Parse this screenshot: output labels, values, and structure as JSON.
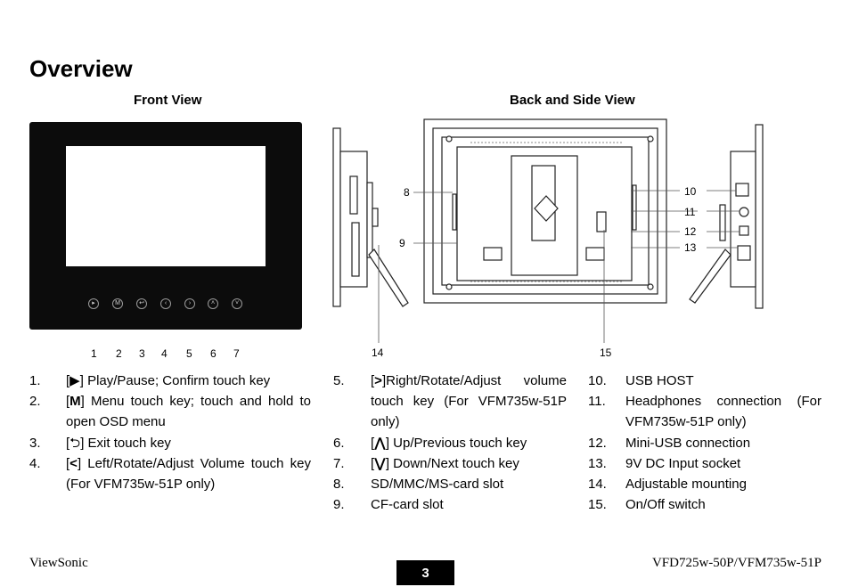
{
  "title": "Overview",
  "front_view": {
    "label": "Front View",
    "key_numbers": [
      "1",
      "2",
      "3",
      "4",
      "5",
      "6",
      "7"
    ]
  },
  "back_view": {
    "label": "Back and Side View",
    "callouts": [
      "8",
      "9",
      "10",
      "11",
      "12",
      "13",
      "14",
      "15"
    ]
  },
  "items": [
    {
      "n": "1.",
      "glyph": "▶",
      "text": "Play/Pause; Confirm touch key"
    },
    {
      "n": "2.",
      "glyph": "M",
      "text": "Menu touch key; touch and hold to open OSD menu"
    },
    {
      "n": "3.",
      "glyph": "⮌",
      "text": "Exit touch key"
    },
    {
      "n": "4.",
      "glyph": "<",
      "text": "Left/Rotate/Adjust Volume touch key (For VFM735w-51P only)"
    },
    {
      "n": "5.",
      "glyph": ">",
      "text": "Right/Rotate/Adjust volume touch key (For VFM735w-51P only)"
    },
    {
      "n": "6.",
      "glyph": "⋀",
      "text": "Up/Previous touch key"
    },
    {
      "n": "7.",
      "glyph": "⋁",
      "text": "Down/Next touch key"
    },
    {
      "n": "8.",
      "text": "SD/MMC/MS-card slot"
    },
    {
      "n": "9.",
      "text": "CF-card slot"
    },
    {
      "n": "10.",
      "text": "USB HOST"
    },
    {
      "n": "11.",
      "text": "Headphones connection (For VFM735w-51P only)"
    },
    {
      "n": "12.",
      "text": "Mini-USB connection"
    },
    {
      "n": "13.",
      "text": "9V DC Input socket"
    },
    {
      "n": "14.",
      "text": "Adjustable mounting"
    },
    {
      "n": "15.",
      "text": "On/Off switch"
    }
  ],
  "footer": {
    "brand": "ViewSonic",
    "page": "3",
    "model": "VFD725w-50P/VFM735w-51P"
  }
}
